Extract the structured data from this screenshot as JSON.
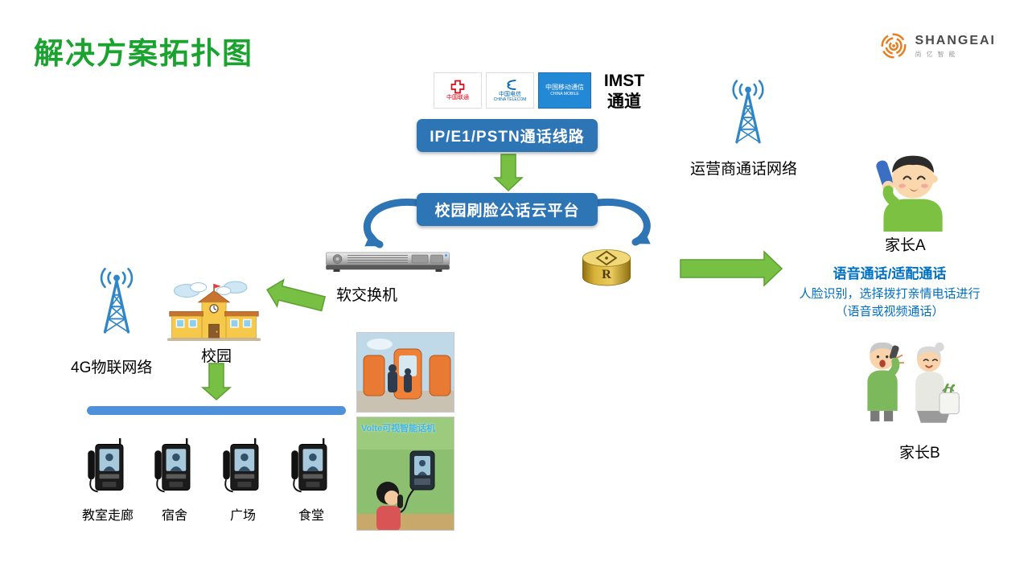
{
  "title": "解决方案拓扑图",
  "logo": {
    "brand": "SHANGEAI",
    "subtitle": "尚亿智能"
  },
  "carriers": {
    "unicom": "中国联通",
    "telecom": "中国电信",
    "telecom_sub": "CHINA TELECOM",
    "mobile": "中国移动通信",
    "mobile_sub": "CHINA MOBILE"
  },
  "imst": {
    "line1": "IMST",
    "line2": "通道"
  },
  "nodes": {
    "pstn_line": "IP/E1/PSTN通话线路",
    "cloud_platform": "校园刷脸公话云平台",
    "soft_switch": "软交换机",
    "carrier_network": "运营商通话网络",
    "iot_network": "4G物联网络",
    "campus": "校园",
    "parent_a": "家长A",
    "parent_b": "家长B",
    "router_letter": "R"
  },
  "call_info": {
    "line1": "语音通话/适配通话",
    "line2": "人脸识别，选择拨打亲情电话进行",
    "line3": "（语音或视频通话）"
  },
  "terminals": [
    {
      "label": "教室走廊"
    },
    {
      "label": "宿舍"
    },
    {
      "label": "广场"
    },
    {
      "label": "食堂"
    }
  ],
  "photos": {
    "volte_caption": "Volte可视智能话机"
  },
  "colors": {
    "title_green": "#1AA32E",
    "node_blue": "#2E75B6",
    "arrow_green": "#77C043",
    "info_blue": "#0070C0",
    "bar_blue": "#4C91D9",
    "tower_blue": "#2E86C8",
    "router_gold": "#D9B43A",
    "logo_orange": "#E87E1F"
  }
}
